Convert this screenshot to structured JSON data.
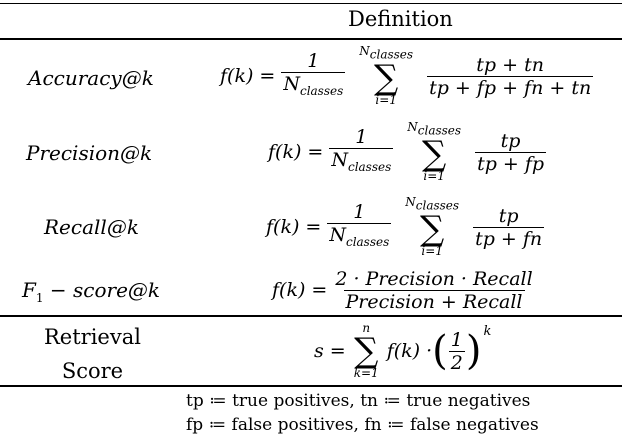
{
  "header": {
    "definition": "Definition"
  },
  "rows": [
    {
      "metric": "Accuracy@k",
      "lhs": "f(k) =",
      "frac_num": "1",
      "frac_den": "N",
      "frac_den_sub": "classes",
      "sum_top": "N",
      "sum_top_sub": "classes",
      "sum_bot": "i=1",
      "num": "tp + tn",
      "den": "tp + fp + fn + tn"
    },
    {
      "metric": "Precision@k",
      "lhs": "f(k) =",
      "frac_num": "1",
      "frac_den": "N",
      "frac_den_sub": "classes",
      "sum_top": "N",
      "sum_top_sub": "classes",
      "sum_bot": "i=1",
      "num": "tp",
      "den": "tp + fp"
    },
    {
      "metric": "Recall@k",
      "lhs": "f(k) =",
      "frac_num": "1",
      "frac_den": "N",
      "frac_den_sub": "classes",
      "sum_top": "N",
      "sum_top_sub": "classes",
      "sum_bot": "i=1",
      "num": "tp",
      "den": "tp + fn"
    },
    {
      "metric_base": "F",
      "metric_sub": "1",
      "metric_rest": " − score@k",
      "lhs": "f(k) =",
      "num": "2 · Precision · Recall",
      "den": "Precision + Recall"
    }
  ],
  "retrieval": {
    "label_line1": "Retrieval",
    "label_line2": "Score",
    "lhs": "s =",
    "sum_top": "n",
    "sum_bot": "k=1",
    "term": "f(k) ·",
    "half_num": "1",
    "half_den": "2",
    "exponent": "k"
  },
  "footnotes": [
    "tp ≔ true positives, tn ≔ true negatives",
    "fp ≔ false positives, fn ≔ false negatives"
  ]
}
